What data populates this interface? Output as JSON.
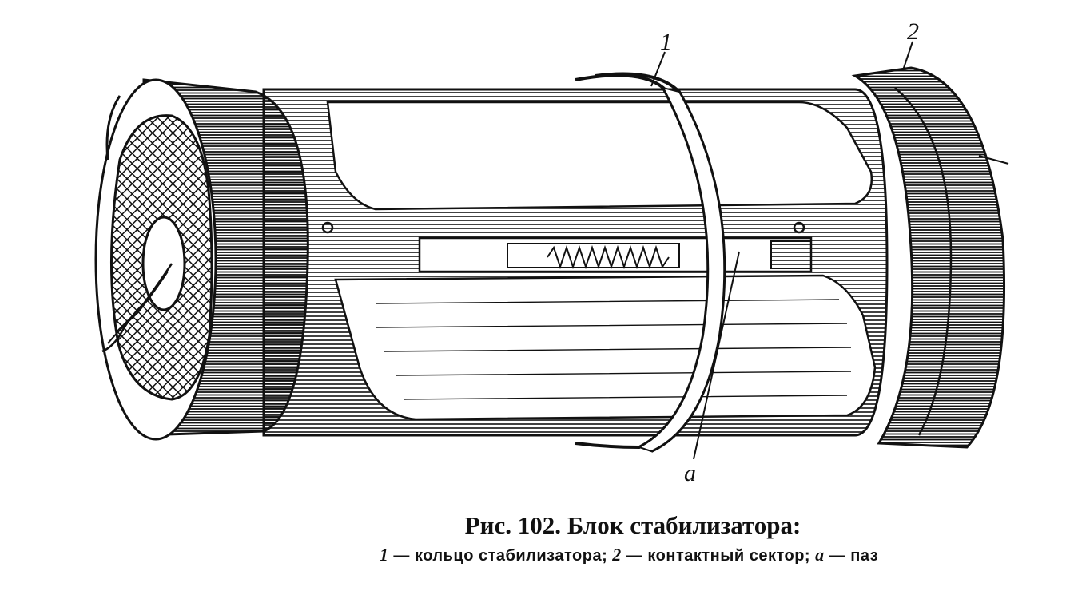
{
  "labels": {
    "ring": "1",
    "sector": "2",
    "groove": "a"
  },
  "caption": {
    "title": "Рис. 102. Блок стабилизатора:",
    "item1_num": "1",
    "item1_text": "— кольцо стабилизатора;",
    "item2_num": "2",
    "item2_text": "— контактный сектор;",
    "item3_num": "a",
    "item3_text": "— паз"
  },
  "colors": {
    "ink": "#111111",
    "paper": "#ffffff"
  }
}
